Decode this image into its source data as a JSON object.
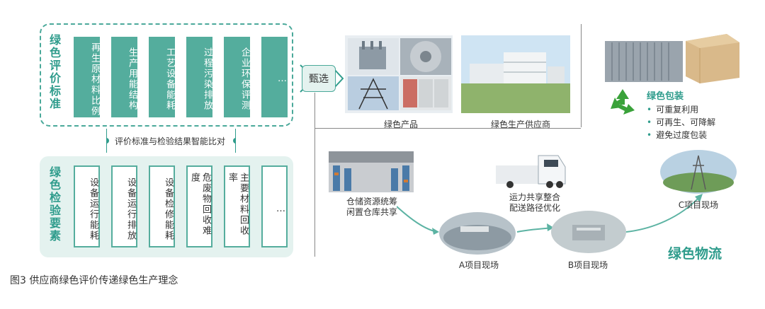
{
  "standards": {
    "title": "绿色评价标准",
    "items": [
      "再生原材料比例",
      "生产用能结构",
      "工艺设备能耗",
      "过程污染排放",
      "企业环保评测",
      "…"
    ]
  },
  "inspection": {
    "title": "绿色检验要素",
    "items": [
      "设备运行能耗",
      "设备运行排放",
      "设备检修能耗",
      "危废物回收难度",
      "主要材料回收率",
      "…"
    ]
  },
  "compare_label": "评价标准与检验结果智能比对",
  "filter_label": "甄选",
  "products": {
    "green_product_caption": "绿色产品",
    "green_supplier_caption": "绿色生产供应商"
  },
  "packaging": {
    "title": "绿色包装",
    "items": [
      "可重复利用",
      "可再生、可降解",
      "避免过度包装"
    ]
  },
  "logistics": {
    "warehouse_caption": [
      "仓储资源统筹",
      "闲置仓库共享"
    ],
    "transport_caption": [
      "运力共享整合",
      "配送路径优化"
    ],
    "site_a": "A项目现场",
    "site_b": "B项目现场",
    "site_c": "C项目现场",
    "title": "绿色物流"
  },
  "figure_caption": "图3   供应商绿色评价传递绿色生产理念",
  "colors": {
    "accent": "#2f9c8c",
    "box": "#54ad9d",
    "panel_bg": "#e4f2ef"
  }
}
